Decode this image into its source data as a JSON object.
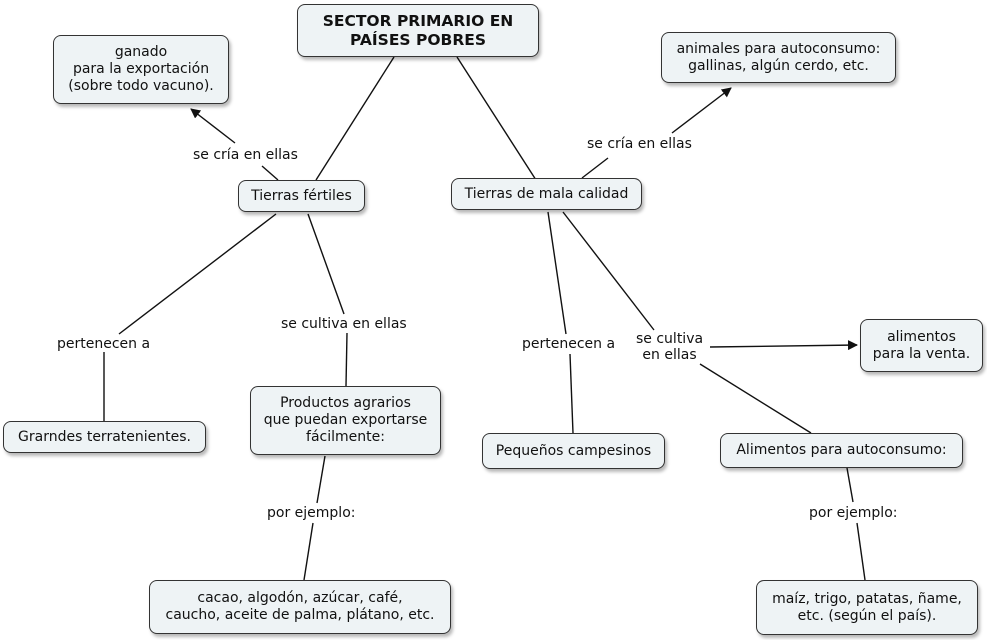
{
  "nodes": {
    "main": "SECTOR PRIMARIO EN\nPAÍSES POBRES",
    "tierras_fertiles": "Tierras fértiles",
    "tierras_mala": "Tierras de mala calidad",
    "ganado": "ganado\npara la exportación\n(sobre todo vacuno).",
    "animales": "animales para autoconsumo:\ngallinas, algún cerdo, etc.",
    "terratenientes": "Grarndes terratenientes.",
    "productos": "Productos agrarios\nque puedan exportarse\nfácilmente:",
    "campesinos": "Pequeños campesinos",
    "alimentos_venta": "alimentos\npara la venta.",
    "alimentos_auto": "Alimentos para autoconsumo:",
    "cacao": "cacao, algodón, azúcar, café,\ncaucho, aceite de palma, plátano, etc.",
    "maiz": "maíz, trigo, patatas, ñame,\netc. (según el país)."
  },
  "links": {
    "se_cria_1": "se cría en ellas",
    "se_cria_2": "se cría en ellas",
    "pertenecen_1": "pertenecen a",
    "se_cultiva_1": "se cultiva en ellas",
    "pertenecen_2": "pertenecen a",
    "se_cultiva_2": "se cultiva\nen ellas",
    "por_ejemplo_1": "por ejemplo:",
    "por_ejemplo_2": "por ejemplo:"
  }
}
